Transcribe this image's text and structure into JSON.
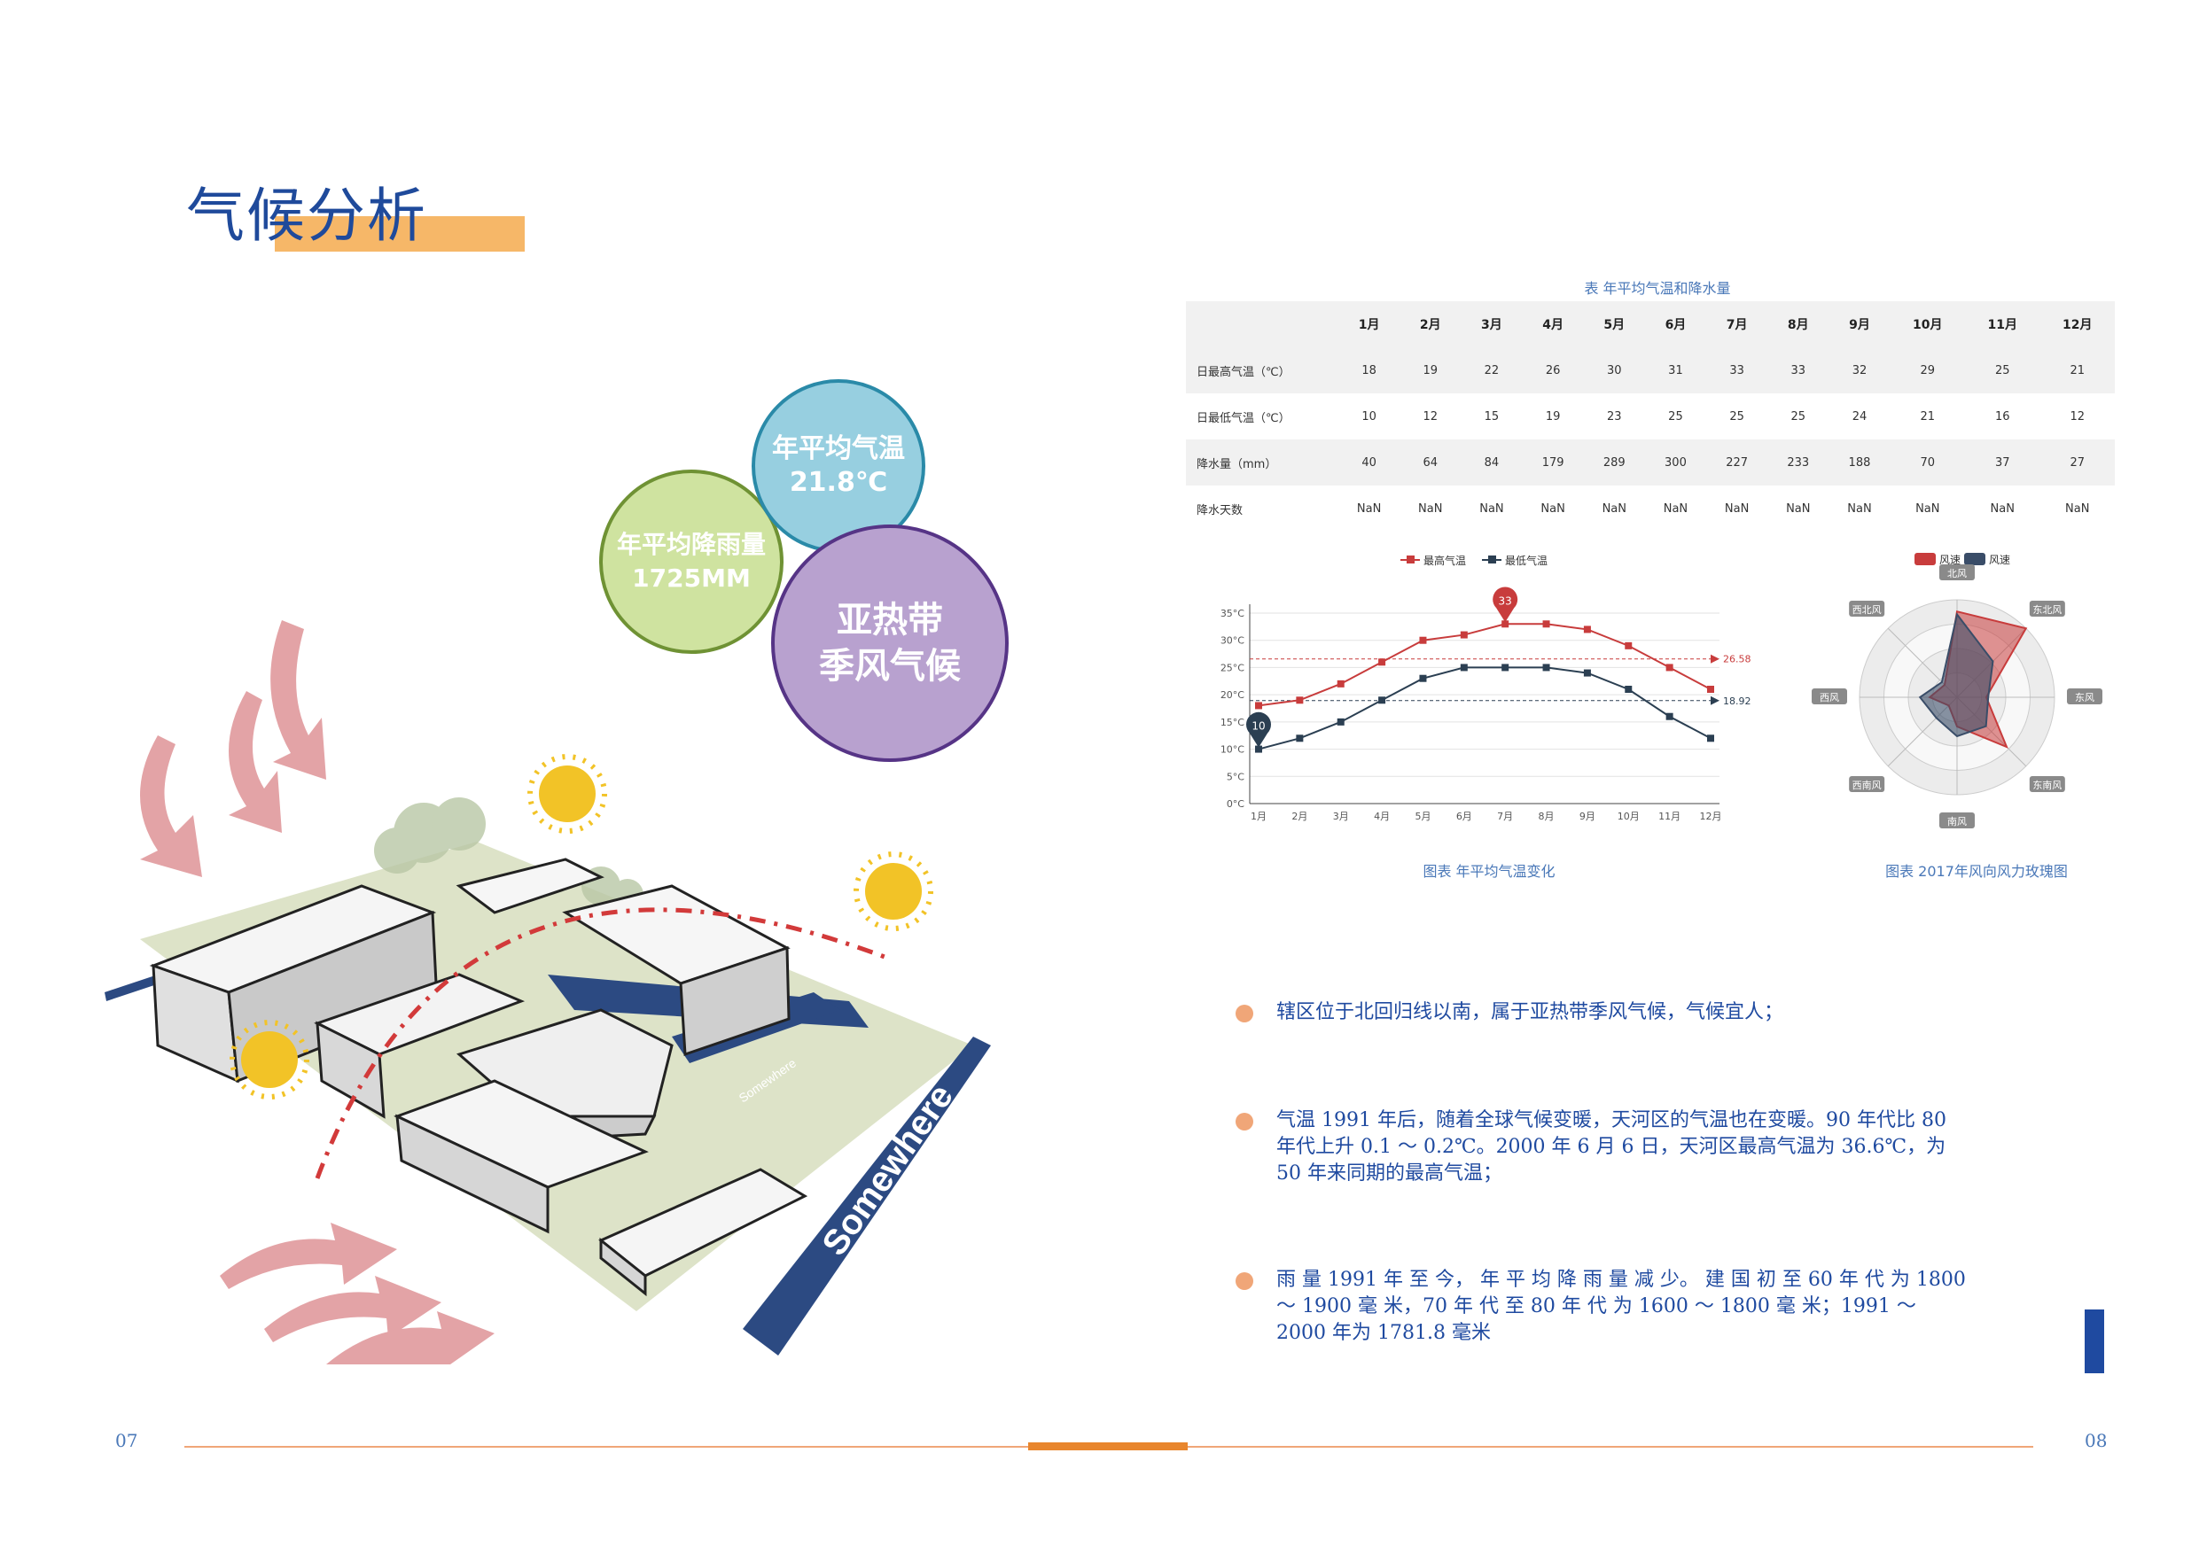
{
  "title": "气候分析",
  "bubbles": {
    "temp_label": "年平均气温",
    "temp_value": "21.8℃",
    "rain_label": "年平均降雨量",
    "rain_value": "1725MM",
    "climate_line1": "亚热带",
    "climate_line2": "季风气候"
  },
  "illustration": {
    "road_label": "Somewhere",
    "road_label_small": "Somewhere"
  },
  "table": {
    "caption": "表 年平均气温和降水量",
    "months": [
      "1月",
      "2月",
      "3月",
      "4月",
      "5月",
      "6月",
      "7月",
      "8月",
      "9月",
      "10月",
      "11月",
      "12月"
    ],
    "rows": [
      {
        "label": "日最高气温（℃）",
        "values": [
          "18",
          "19",
          "22",
          "26",
          "30",
          "31",
          "33",
          "33",
          "32",
          "29",
          "25",
          "21"
        ]
      },
      {
        "label": "日最低气温（℃）",
        "values": [
          "10",
          "12",
          "15",
          "19",
          "23",
          "25",
          "25",
          "25",
          "24",
          "21",
          "16",
          "12"
        ]
      },
      {
        "label": "降水量（mm）",
        "values": [
          "40",
          "64",
          "84",
          "179",
          "289",
          "300",
          "227",
          "233",
          "188",
          "70",
          "37",
          "27"
        ]
      },
      {
        "label": "降水天数",
        "values": [
          "NaN",
          "NaN",
          "NaN",
          "NaN",
          "NaN",
          "NaN",
          "NaN",
          "NaN",
          "NaN",
          "NaN",
          "NaN",
          "NaN"
        ]
      }
    ]
  },
  "chart_data": [
    {
      "type": "line",
      "legend": [
        "最高气温",
        "最低气温"
      ],
      "legend_position": "top",
      "categories": [
        "1月",
        "2月",
        "3月",
        "4月",
        "5月",
        "6月",
        "7月",
        "8月",
        "9月",
        "10月",
        "11月",
        "12月"
      ],
      "series": [
        {
          "name": "最高气温",
          "values": [
            18,
            19,
            22,
            26,
            30,
            31,
            33,
            33,
            32,
            29,
            25,
            21
          ],
          "color": "#c83c3c"
        },
        {
          "name": "最低气温",
          "values": [
            10,
            12,
            15,
            19,
            23,
            25,
            25,
            25,
            24,
            21,
            16,
            12
          ],
          "color": "#2b3f52"
        }
      ],
      "y_ticks": [
        "0°C",
        "5°C",
        "10°C",
        "15°C",
        "20°C",
        "25°C",
        "30°C",
        "35°C"
      ],
      "ylim": [
        0,
        35
      ],
      "max_marker": "33",
      "min_marker": "10",
      "avg_high": "26.58",
      "avg_low": "18.92",
      "caption": "图表 年平均气温变化"
    },
    {
      "type": "radar",
      "legend": [
        "风速",
        "风速"
      ],
      "legend_position": "top-right",
      "directions": [
        "北风",
        "东北风",
        "东风",
        "东南风",
        "南风",
        "西南风",
        "西风",
        "西北风"
      ],
      "series": [
        {
          "name": "风速",
          "values": [
            0.88,
            1.0,
            0.3,
            0.72,
            0.3,
            0.12,
            0.28,
            0.18
          ],
          "color": "#c83c3c"
        },
        {
          "name": "风速",
          "values": [
            0.85,
            0.52,
            0.32,
            0.42,
            0.4,
            0.3,
            0.38,
            0.22
          ],
          "color": "#3a4d68"
        }
      ],
      "caption": "图表 2017年风向风力玫瑰图"
    }
  ],
  "paragraphs": [
    "辖区位于北回归线以南，属于亚热带季风气候，气候宜人；",
    "气温 1991 年后，随着全球气候变暖，天河区的气温也在变暖。90 年代比 80 年代上升 0.1 ～ 0.2℃。2000 年 6 月 6 日，天河区最高气温为 36.6℃，为 50 年来同期的最高气温；",
    "雨 量 1991 年 至 今， 年 平 均 降 雨 量 减 少。 建 国 初 至 60 年 代 为 1800 ～ 1900 毫 米，70 年 代 至 80 年 代 为 1600 ～ 1800 毫 米；1991 ～ 2000 年为 1781.8 毫米"
  ],
  "footer": {
    "page_left": "07",
    "page_right": "08"
  },
  "colors": {
    "title": "#1f4a9b",
    "accent_orange": "#f6b768",
    "text_blue": "#1f4aa0"
  }
}
